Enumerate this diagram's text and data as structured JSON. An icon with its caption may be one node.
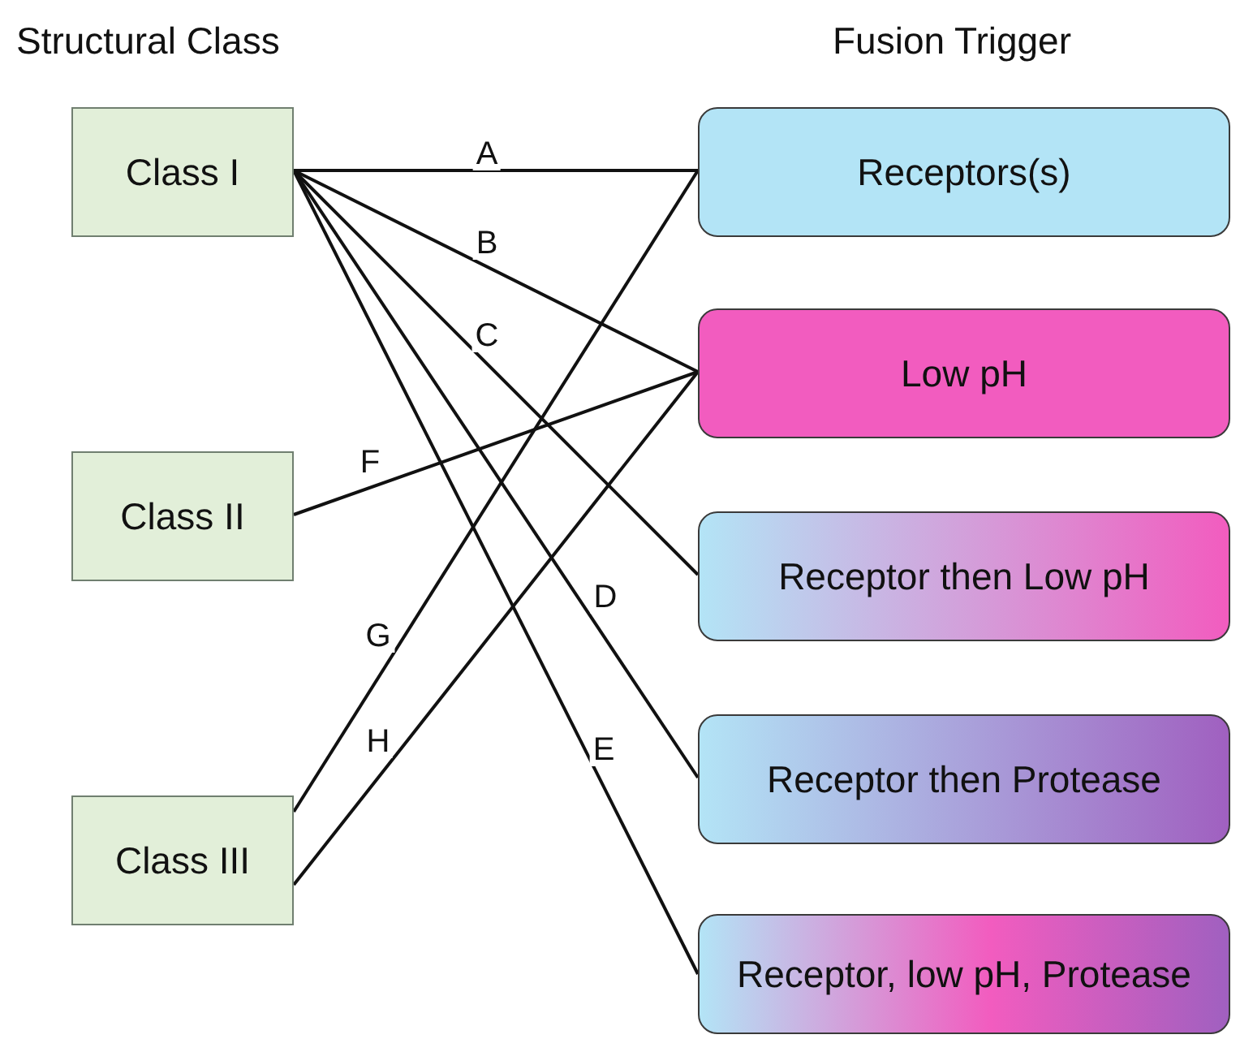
{
  "diagram": {
    "nodes": [
      {
        "text": [
          "Class I"
        ]
      },
      {
        "text": [
          "Class II"
        ]
      },
      {
        "text": [
          "Class III"
        ]
      },
      {
        "text": [
          "Receptors(s)"
        ]
      },
      {
        "text": [
          "Low pH"
        ]
      },
      {
        "text": [
          "Receptor then Low pH"
        ]
      },
      {
        "text": [
          "Receptor then Protease"
        ]
      },
      {
        "text": [
          "Receptor, low pH, Protease"
        ]
      }
    ],
    "edges": [
      {
        "from": 0,
        "to": 3,
        "arrow": "none",
        "label": "A"
      },
      {
        "from": 0,
        "to": 4,
        "arrow": "none",
        "label": "B"
      },
      {
        "from": 0,
        "to": 5,
        "arrow": "none",
        "label": "C"
      },
      {
        "from": 0,
        "to": 6,
        "arrow": "none",
        "label": "D"
      },
      {
        "from": 0,
        "to": 7,
        "arrow": "none",
        "label": "E"
      },
      {
        "from": 1,
        "to": 4,
        "arrow": "none",
        "label": "F"
      },
      {
        "from": 2,
        "to": 3,
        "arrow": "none",
        "label": "G"
      },
      {
        "from": 2,
        "to": 4,
        "arrow": "none",
        "label": "H"
      }
    ],
    "labels": [
      "Structural Class",
      "Fusion Trigger"
    ]
  }
}
